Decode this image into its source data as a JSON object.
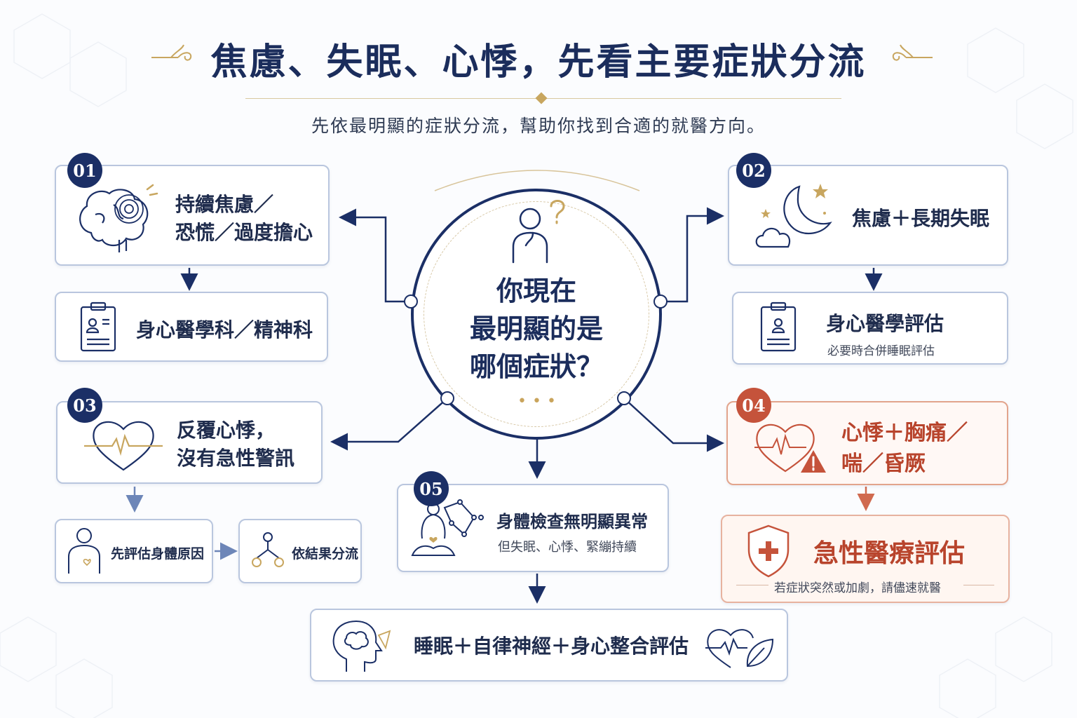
{
  "title": "焦慮、失眠、心悸，先看主要症狀分流",
  "subtitle": "先依最明顯的症狀分流，幫助你找到合適的就醫方向。",
  "center": {
    "line1": "你現在",
    "line2": "最明顯的是",
    "line3": "哪個症狀？"
  },
  "boxes": {
    "b01": {
      "number": "01",
      "line1": "持續焦慮／",
      "line2": "恐慌／過度擔心"
    },
    "b01_result": {
      "label": "身心醫學科／精神科"
    },
    "b02": {
      "number": "02",
      "label": "焦慮＋長期失眠"
    },
    "b02_result": {
      "label": "身心醫學評估",
      "note": "必要時合併睡眠評估"
    },
    "b03": {
      "number": "03",
      "line1": "反覆心悸，",
      "line2": "沒有急性警訊"
    },
    "b03_step1": {
      "label": "先評估身體原因"
    },
    "b03_step2": {
      "label": "依結果分流"
    },
    "b04": {
      "number": "04",
      "line1": "心悸＋胸痛／",
      "line2": "喘／昏厥"
    },
    "b04_result": {
      "label": "急性醫療評估",
      "note": "若症狀突然或加劇，請儘速就醫"
    },
    "b05": {
      "number": "05",
      "label": "身體檢查無明顯異常",
      "note": "但失眠、心悸、緊繃持續"
    },
    "b05_result": {
      "label": "睡眠＋自律神經＋身心整合評估"
    }
  },
  "colors": {
    "navy": "#1b2f66",
    "gold": "#c8a65f",
    "red": "#c5533b",
    "border": "#b9c6de"
  }
}
